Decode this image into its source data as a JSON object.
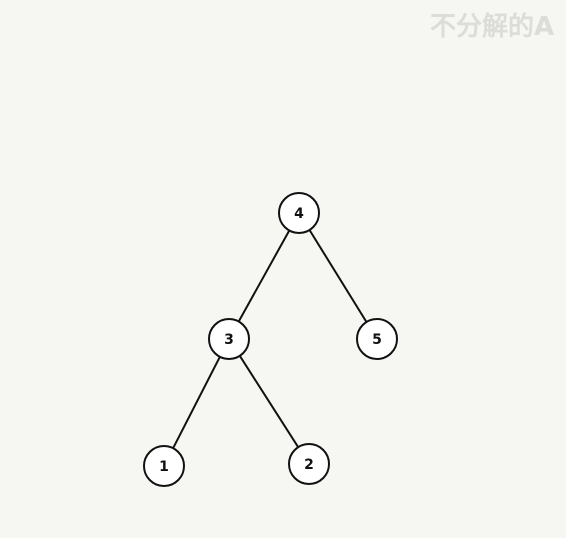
{
  "watermark": "不分解的A",
  "colors": {
    "background": "#f6f6f2",
    "stroke": "#111111",
    "node_fill": "#ffffff",
    "watermark": "#dcdcd8"
  },
  "tree": {
    "nodes": [
      {
        "id": "n4",
        "label": "4"
      },
      {
        "id": "n3",
        "label": "3"
      },
      {
        "id": "n5",
        "label": "5"
      },
      {
        "id": "n1",
        "label": "1"
      },
      {
        "id": "n2",
        "label": "2"
      }
    ],
    "edges": [
      {
        "from": "n4",
        "to": "n3"
      },
      {
        "from": "n4",
        "to": "n5"
      },
      {
        "from": "n3",
        "to": "n1"
      },
      {
        "from": "n3",
        "to": "n2"
      }
    ]
  }
}
